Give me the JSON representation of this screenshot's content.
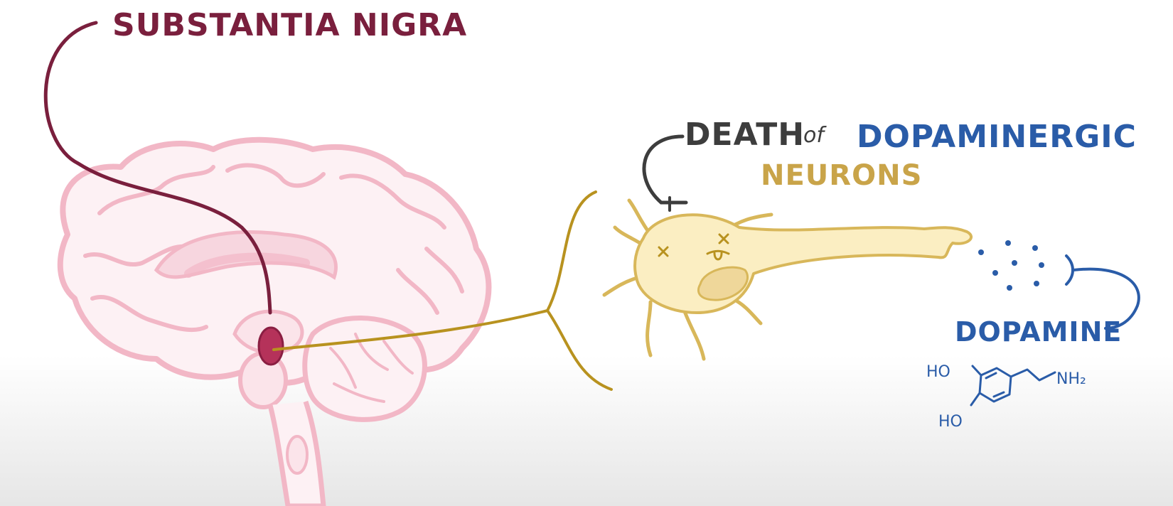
{
  "labels": {
    "substantia_nigra": "SUBSTANTIA NIGRA",
    "death": "DEATH",
    "of": "of",
    "dopaminergic": "DOPAMINERGIC",
    "neurons": "NEURONS",
    "dopamine": "DOPAMINE"
  },
  "chemical_structure": {
    "hydroxyl_top": "HO",
    "hydroxyl_bottom": "HO",
    "amine": "NH₂"
  },
  "colors": {
    "substantia_nigra": "#7a1f3d",
    "death_text": "#3d3d3d",
    "dopaminergic_text": "#2a5ca8",
    "neurons_text": "#c9a449",
    "dopamine_text": "#2a5ca8",
    "brain_outline": "#f2b7c6",
    "brain_fill": "#fdf1f4",
    "nigra_spot": "#b5325a",
    "neuron_fill": "#fbeec2",
    "neuron_outline": "#d8b75a",
    "axon_line": "#b8921f"
  }
}
